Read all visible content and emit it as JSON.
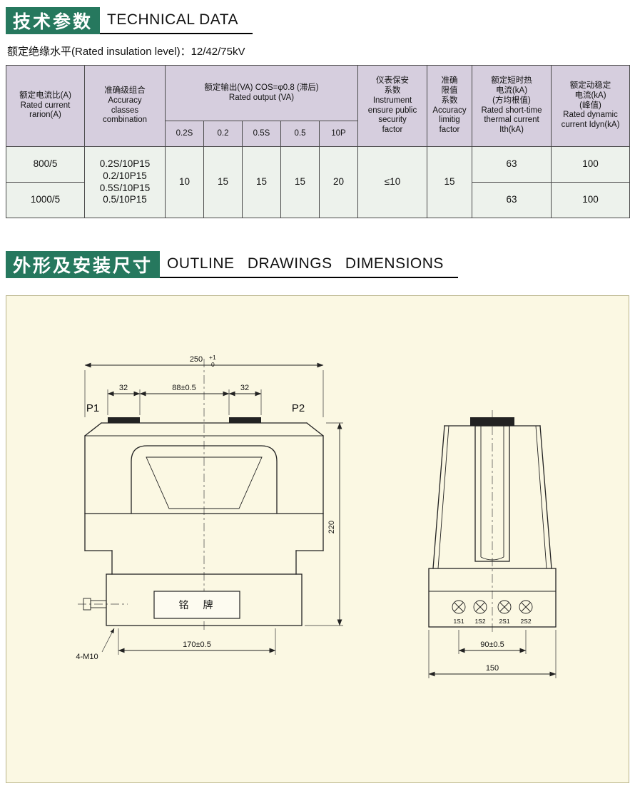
{
  "sec1": {
    "cn": "技术参数",
    "en": "TECHNICAL DATA",
    "note": "额定绝缘水平(Rated insulation level)：12/42/75kV"
  },
  "table": {
    "h": {
      "ratio": "额定电流比(A)\nRated current\nrarion(A)",
      "classes": "准确级组合\nAccuracy\nclasses\ncombination",
      "output": "额定输出(VA) COS=φ0.8 (滞后)\nRated output (VA)",
      "sub": [
        "0.2S",
        "0.2",
        "0.5S",
        "0.5",
        "10P"
      ],
      "security": "仪表保安\n系数\nInstrument\nensure public\nsecurity\nfactor",
      "limit": "准确\n限值\n系数\nAccuracy\nlimitig\nfactor",
      "thermal": "额定短时热\n电流(kA)\n(方均根值)\nRated short-time\nthermal current\nIth(kA)",
      "dynamic": "额定动稳定\n电流(kA)\n(峰值)\nRated dynamic\ncurrent Idyn(kA)"
    },
    "merged": {
      "classes": "0.2S/10P15\n0.2/10P15\n0.5S/10P15\n0.5/10P15",
      "out": [
        "10",
        "15",
        "15",
        "15",
        "20"
      ],
      "security": "≤10",
      "limit": "15"
    },
    "rows": [
      {
        "ratio": "800/5",
        "ith": "63",
        "idyn": "100"
      },
      {
        "ratio": "1000/5",
        "ith": "63",
        "idyn": "100"
      }
    ]
  },
  "sec2": {
    "cn": "外形及安装尺寸",
    "en": "OUTLINE DRAWINGS DIMENSIONS"
  },
  "draw": {
    "front": {
      "d250": "250",
      "tol_top": "+1",
      "tol_bot": "0",
      "d32a": "32",
      "d88": "88±0.5",
      "d32b": "32",
      "p1": "P1",
      "p2": "P2",
      "d220": "220",
      "plate": "铭　牌",
      "d170": "170±0.5",
      "bolt": "4-M10"
    },
    "side": {
      "terms": [
        "1S1",
        "1S2",
        "2S1",
        "2S2"
      ],
      "d90": "90±0.5",
      "d150": "150"
    }
  },
  "colors": {
    "header_teal": "#26785e",
    "table_header_bg": "#d6cede",
    "table_row_bg": "#edf2ec",
    "panel_bg": "#fbf8e3"
  }
}
